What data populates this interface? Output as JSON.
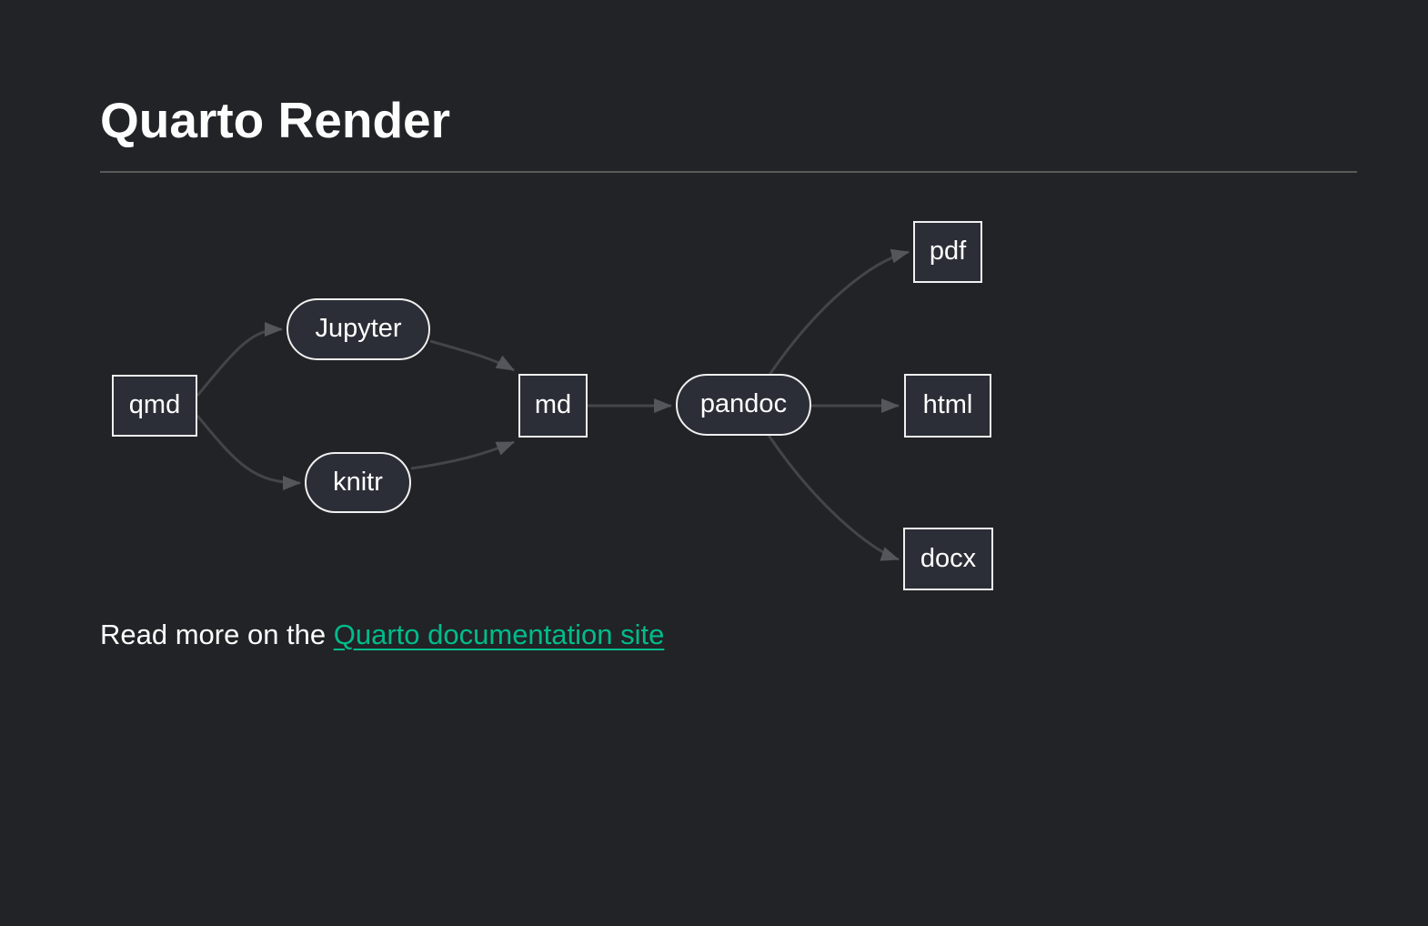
{
  "page": {
    "title": "Quarto Render",
    "footer": {
      "prefix": "Read more on the ",
      "link_text": "Quarto documentation site"
    }
  },
  "diagram": {
    "type": "flowchart-left-to-right",
    "nodes": [
      {
        "id": "qmd",
        "label": "qmd",
        "shape": "rect"
      },
      {
        "id": "jupyter",
        "label": "Jupyter",
        "shape": "stadium"
      },
      {
        "id": "knitr",
        "label": "knitr",
        "shape": "stadium"
      },
      {
        "id": "md",
        "label": "md",
        "shape": "rect"
      },
      {
        "id": "pandoc",
        "label": "pandoc",
        "shape": "stadium"
      },
      {
        "id": "pdf",
        "label": "pdf",
        "shape": "rect"
      },
      {
        "id": "html",
        "label": "html",
        "shape": "rect"
      },
      {
        "id": "docx",
        "label": "docx",
        "shape": "rect"
      }
    ],
    "edges": [
      {
        "from": "qmd",
        "to": "jupyter"
      },
      {
        "from": "qmd",
        "to": "knitr"
      },
      {
        "from": "jupyter",
        "to": "md"
      },
      {
        "from": "knitr",
        "to": "md"
      },
      {
        "from": "md",
        "to": "pandoc"
      },
      {
        "from": "pandoc",
        "to": "pdf"
      },
      {
        "from": "pandoc",
        "to": "html"
      },
      {
        "from": "pandoc",
        "to": "docx"
      }
    ]
  },
  "colors": {
    "background": "#222326",
    "node_fill": "#2b2e36",
    "node_border": "#f0f0f0",
    "edge_line": "#43454a",
    "edge_arrow": "#54565b",
    "text": "#ffffff",
    "link": "#00bc8c",
    "divider": "#595959"
  }
}
